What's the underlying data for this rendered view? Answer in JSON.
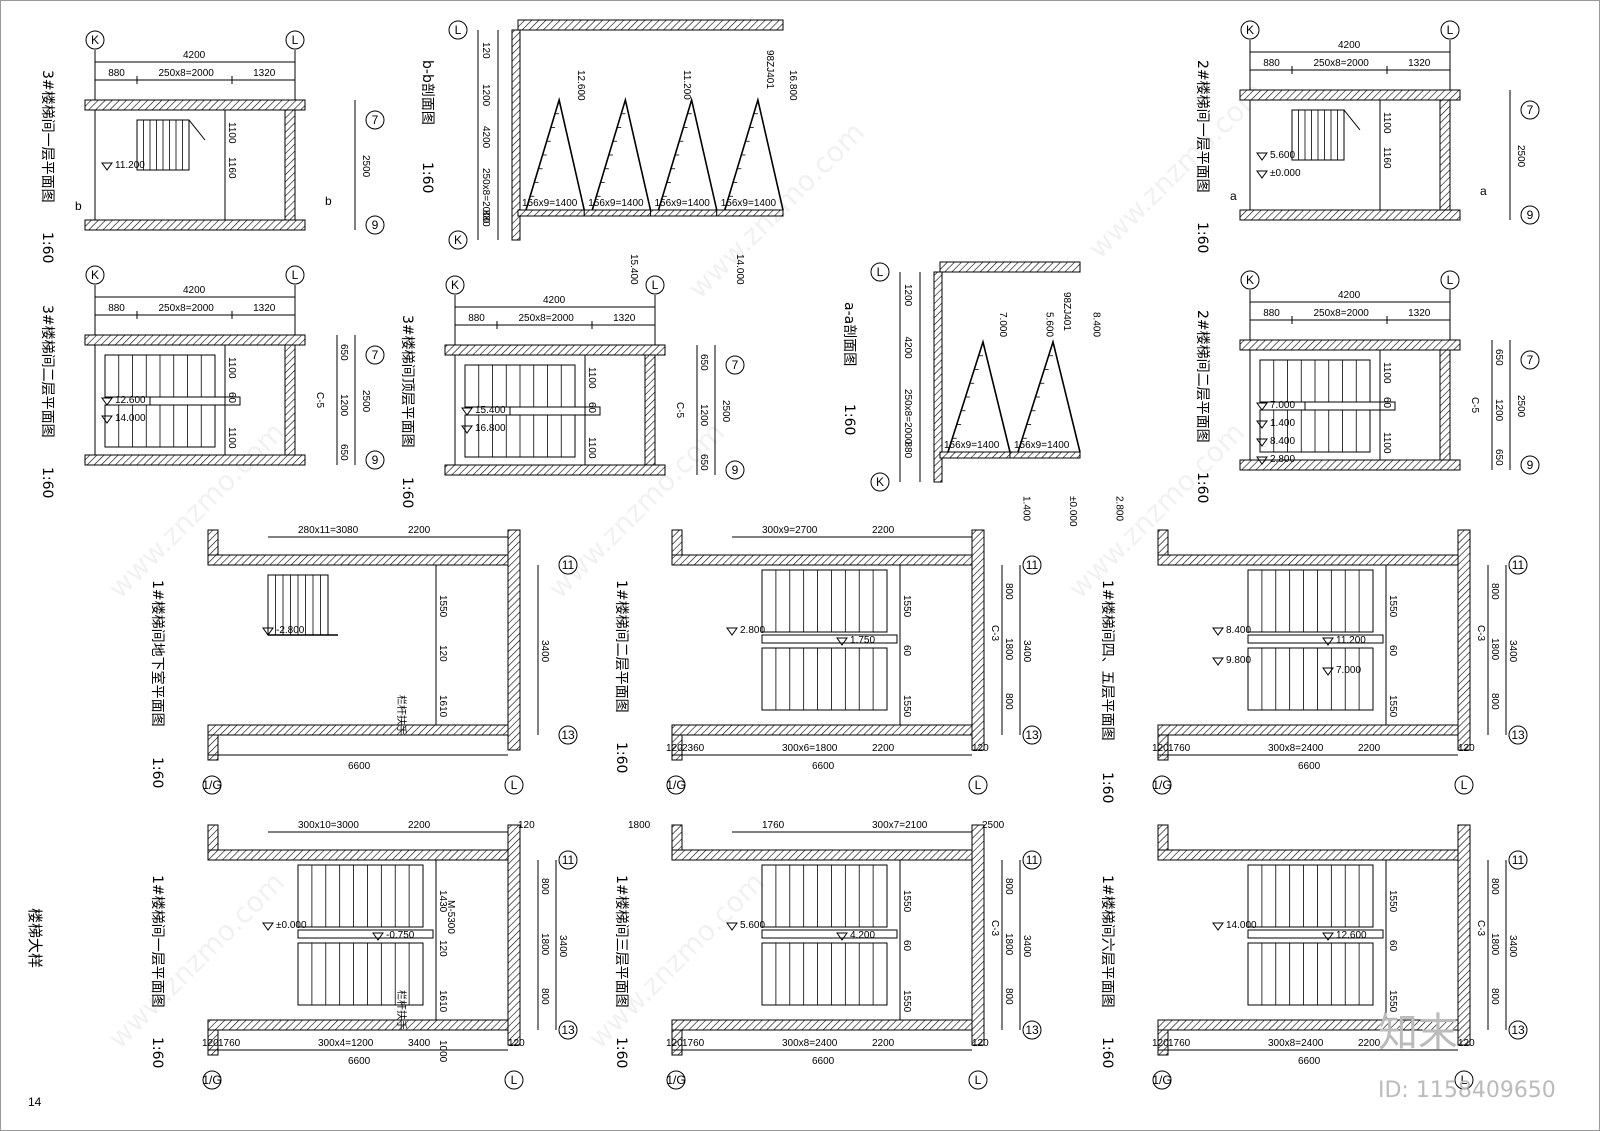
{
  "sheet": {
    "page_number": "14",
    "section_title": "楼梯大样",
    "watermark_text": "www.znzmo.com",
    "logo_text": "知末",
    "id_text": "ID: 1158409650"
  },
  "drawings": [
    {
      "title": "3#楼梯间一层平面图",
      "scale": "1:60",
      "axes_top": [
        "K",
        "L"
      ],
      "axes_right": [
        "7",
        "9"
      ],
      "dims_top_total": "4200",
      "dims_top": [
        "880",
        "250x8=2000",
        "1320"
      ],
      "dims_right": [
        "2500"
      ],
      "dims_inner": [
        "1100",
        "1160"
      ],
      "levels": [
        "11.200"
      ],
      "section_marks": [
        "b",
        "b"
      ]
    },
    {
      "title": "b-b剖面图",
      "scale": "1:60",
      "axes": [
        "L",
        "K"
      ],
      "dims_left": [
        "120",
        "1200",
        "4200",
        "250x8=2000",
        "880"
      ],
      "dims_bottom": [
        "156x9=1400",
        "156x9=1400",
        "156x9=1400",
        "156x9=1400"
      ],
      "levels": [
        "12.600",
        "15.400",
        "11.200",
        "14.000",
        "16.800"
      ],
      "ref_note": "98ZJ401"
    },
    {
      "title": "2#楼梯间一层平面图",
      "scale": "1:60",
      "axes_top": [
        "K",
        "L"
      ],
      "axes_right": [
        "7",
        "9"
      ],
      "dims_top_total": "4200",
      "dims_top": [
        "880",
        "250x8=2000",
        "1320"
      ],
      "dims_right": [
        "2500"
      ],
      "dims_inner": [
        "1100",
        "1160"
      ],
      "levels": [
        "5.600",
        "±0.000"
      ],
      "section_marks": [
        "a",
        "a"
      ]
    },
    {
      "title": "3#楼梯间二层平面图",
      "scale": "1:60",
      "axes_top": [
        "K",
        "L"
      ],
      "axes_right": [
        "7",
        "9"
      ],
      "dims_top_total": "4200",
      "dims_top": [
        "880",
        "250x8=2000",
        "1320"
      ],
      "dims_right": [
        "650",
        "1200",
        "650",
        "2500"
      ],
      "dims_inner": [
        "1100",
        "60",
        "1100"
      ],
      "levels": [
        "12.600",
        "14.000"
      ],
      "window": "C-5"
    },
    {
      "title": "3#楼梯间顶层平面图",
      "scale": "1:60",
      "axes_top": [
        "K",
        "L"
      ],
      "axes_right": [
        "7",
        "9"
      ],
      "dims_top_total": "4200",
      "dims_top": [
        "880",
        "250x8=2000",
        "1320"
      ],
      "dims_right": [
        "650",
        "1200",
        "650",
        "2500"
      ],
      "dims_inner": [
        "1100",
        "60",
        "1100"
      ],
      "levels": [
        "15.400",
        "16.800"
      ],
      "window": "C-5"
    },
    {
      "title": "a-a剖面图",
      "scale": "1:60",
      "axes": [
        "L",
        "K"
      ],
      "dims_left": [
        "1200",
        "4200",
        "250x8=2000",
        "880"
      ],
      "dims_bottom": [
        "156x9=1400",
        "156x9=1400"
      ],
      "levels": [
        "7.000",
        "1.400",
        "5.600",
        "±0.000",
        "8.400",
        "2.800"
      ],
      "ref_note": "98ZJ401"
    },
    {
      "title": "2#楼梯间二层平面图",
      "scale": "1:60",
      "axes_top": [
        "K",
        "L"
      ],
      "axes_right": [
        "7",
        "9"
      ],
      "dims_top_total": "4200",
      "dims_top": [
        "880",
        "250x8=2000",
        "1320"
      ],
      "dims_right": [
        "650",
        "1200",
        "650",
        "2500"
      ],
      "dims_inner": [
        "1100",
        "60",
        "1100"
      ],
      "levels": [
        "7.000",
        "1.400",
        "8.400",
        "2.800"
      ],
      "window": "C-5"
    },
    {
      "title": "1#楼梯间地下室平面图",
      "scale": "1:60",
      "axes_right": [
        "11",
        "13"
      ],
      "axes_bottom": [
        "1/G",
        "L"
      ],
      "dims_top": [
        "280x11=3080",
        "2200"
      ],
      "dims_right": [
        "3400"
      ],
      "dims_inner": [
        "1550",
        "120",
        "1610"
      ],
      "dims_bottom": [
        "6600"
      ],
      "levels": [
        "-2.800"
      ],
      "note": "栏杆扶手"
    },
    {
      "title": "1#楼梯间二层平面图",
      "scale": "1:60",
      "axes_right": [
        "11",
        "13"
      ],
      "axes_bottom": [
        "1/G",
        "L"
      ],
      "dims_top": [
        "300x9=2700",
        "2200"
      ],
      "dims_right": [
        "800",
        "1800",
        "800",
        "3400"
      ],
      "dims_inner": [
        "1550",
        "60",
        "1550"
      ],
      "dims_bottom": [
        "120",
        "2360",
        "300x6=1800",
        "2200",
        "120"
      ],
      "dims_bottom_total": "6600",
      "levels": [
        "2.800",
        "1.750"
      ],
      "window": "C-3"
    },
    {
      "title": "1#楼梯间四、五层平面图",
      "scale": "1:60",
      "axes_right": [
        "11",
        "13"
      ],
      "axes_bottom": [
        "1/G",
        "L"
      ],
      "dims_right": [
        "800",
        "1800",
        "800",
        "3400"
      ],
      "dims_inner": [
        "1550",
        "60",
        "1550"
      ],
      "dims_bottom": [
        "120",
        "1760",
        "300x8=2400",
        "2200",
        "120"
      ],
      "dims_bottom_total": "6600",
      "levels": [
        "8.400",
        "11.200",
        "9.800",
        "7.000"
      ],
      "window": "C-3"
    },
    {
      "title": "1#楼梯间一层平面图",
      "scale": "1:60",
      "axes_right": [
        "11",
        "13"
      ],
      "axes_bottom": [
        "1/G",
        "L"
      ],
      "dims_top": [
        "300x10=3000",
        "2200",
        "120",
        "1800"
      ],
      "dims_right": [
        "800",
        "1800",
        "800",
        "3400"
      ],
      "dims_inner": [
        "1430",
        "120",
        "1610",
        "1000"
      ],
      "dims_bottom": [
        "120",
        "1760",
        "300x4=1200",
        "3400",
        "120"
      ],
      "dims_bottom_total": "6600",
      "levels": [
        "±0.000",
        "-0.750"
      ],
      "door": "M-5300",
      "note": "栏杆扶手"
    },
    {
      "title": "1#楼梯间三层平面图",
      "scale": "1:60",
      "axes_right": [
        "11",
        "13"
      ],
      "axes_bottom": [
        "1/G",
        "L"
      ],
      "dims_top": [
        "1760",
        "300x7=2100",
        "2500"
      ],
      "dims_right": [
        "800",
        "1800",
        "800",
        "3400"
      ],
      "dims_inner": [
        "1550",
        "60",
        "1550"
      ],
      "dims_bottom": [
        "120",
        "1760",
        "300x8=2400",
        "2200",
        "120"
      ],
      "dims_bottom_total": "6600",
      "levels": [
        "5.600",
        "4.200"
      ],
      "window": "C-3"
    },
    {
      "title": "1#楼梯间六层平面图",
      "scale": "1:60",
      "axes_right": [
        "11",
        "13"
      ],
      "axes_bottom": [
        "1/G",
        "L"
      ],
      "dims_right": [
        "800",
        "1800",
        "800",
        "3400"
      ],
      "dims_inner": [
        "1550",
        "60",
        "1550"
      ],
      "dims_bottom": [
        "120",
        "1760",
        "300x8=2400",
        "2200",
        "120"
      ],
      "dims_bottom_total": "6600",
      "levels": [
        "14.000",
        "12.600"
      ],
      "window": "C-3"
    }
  ]
}
